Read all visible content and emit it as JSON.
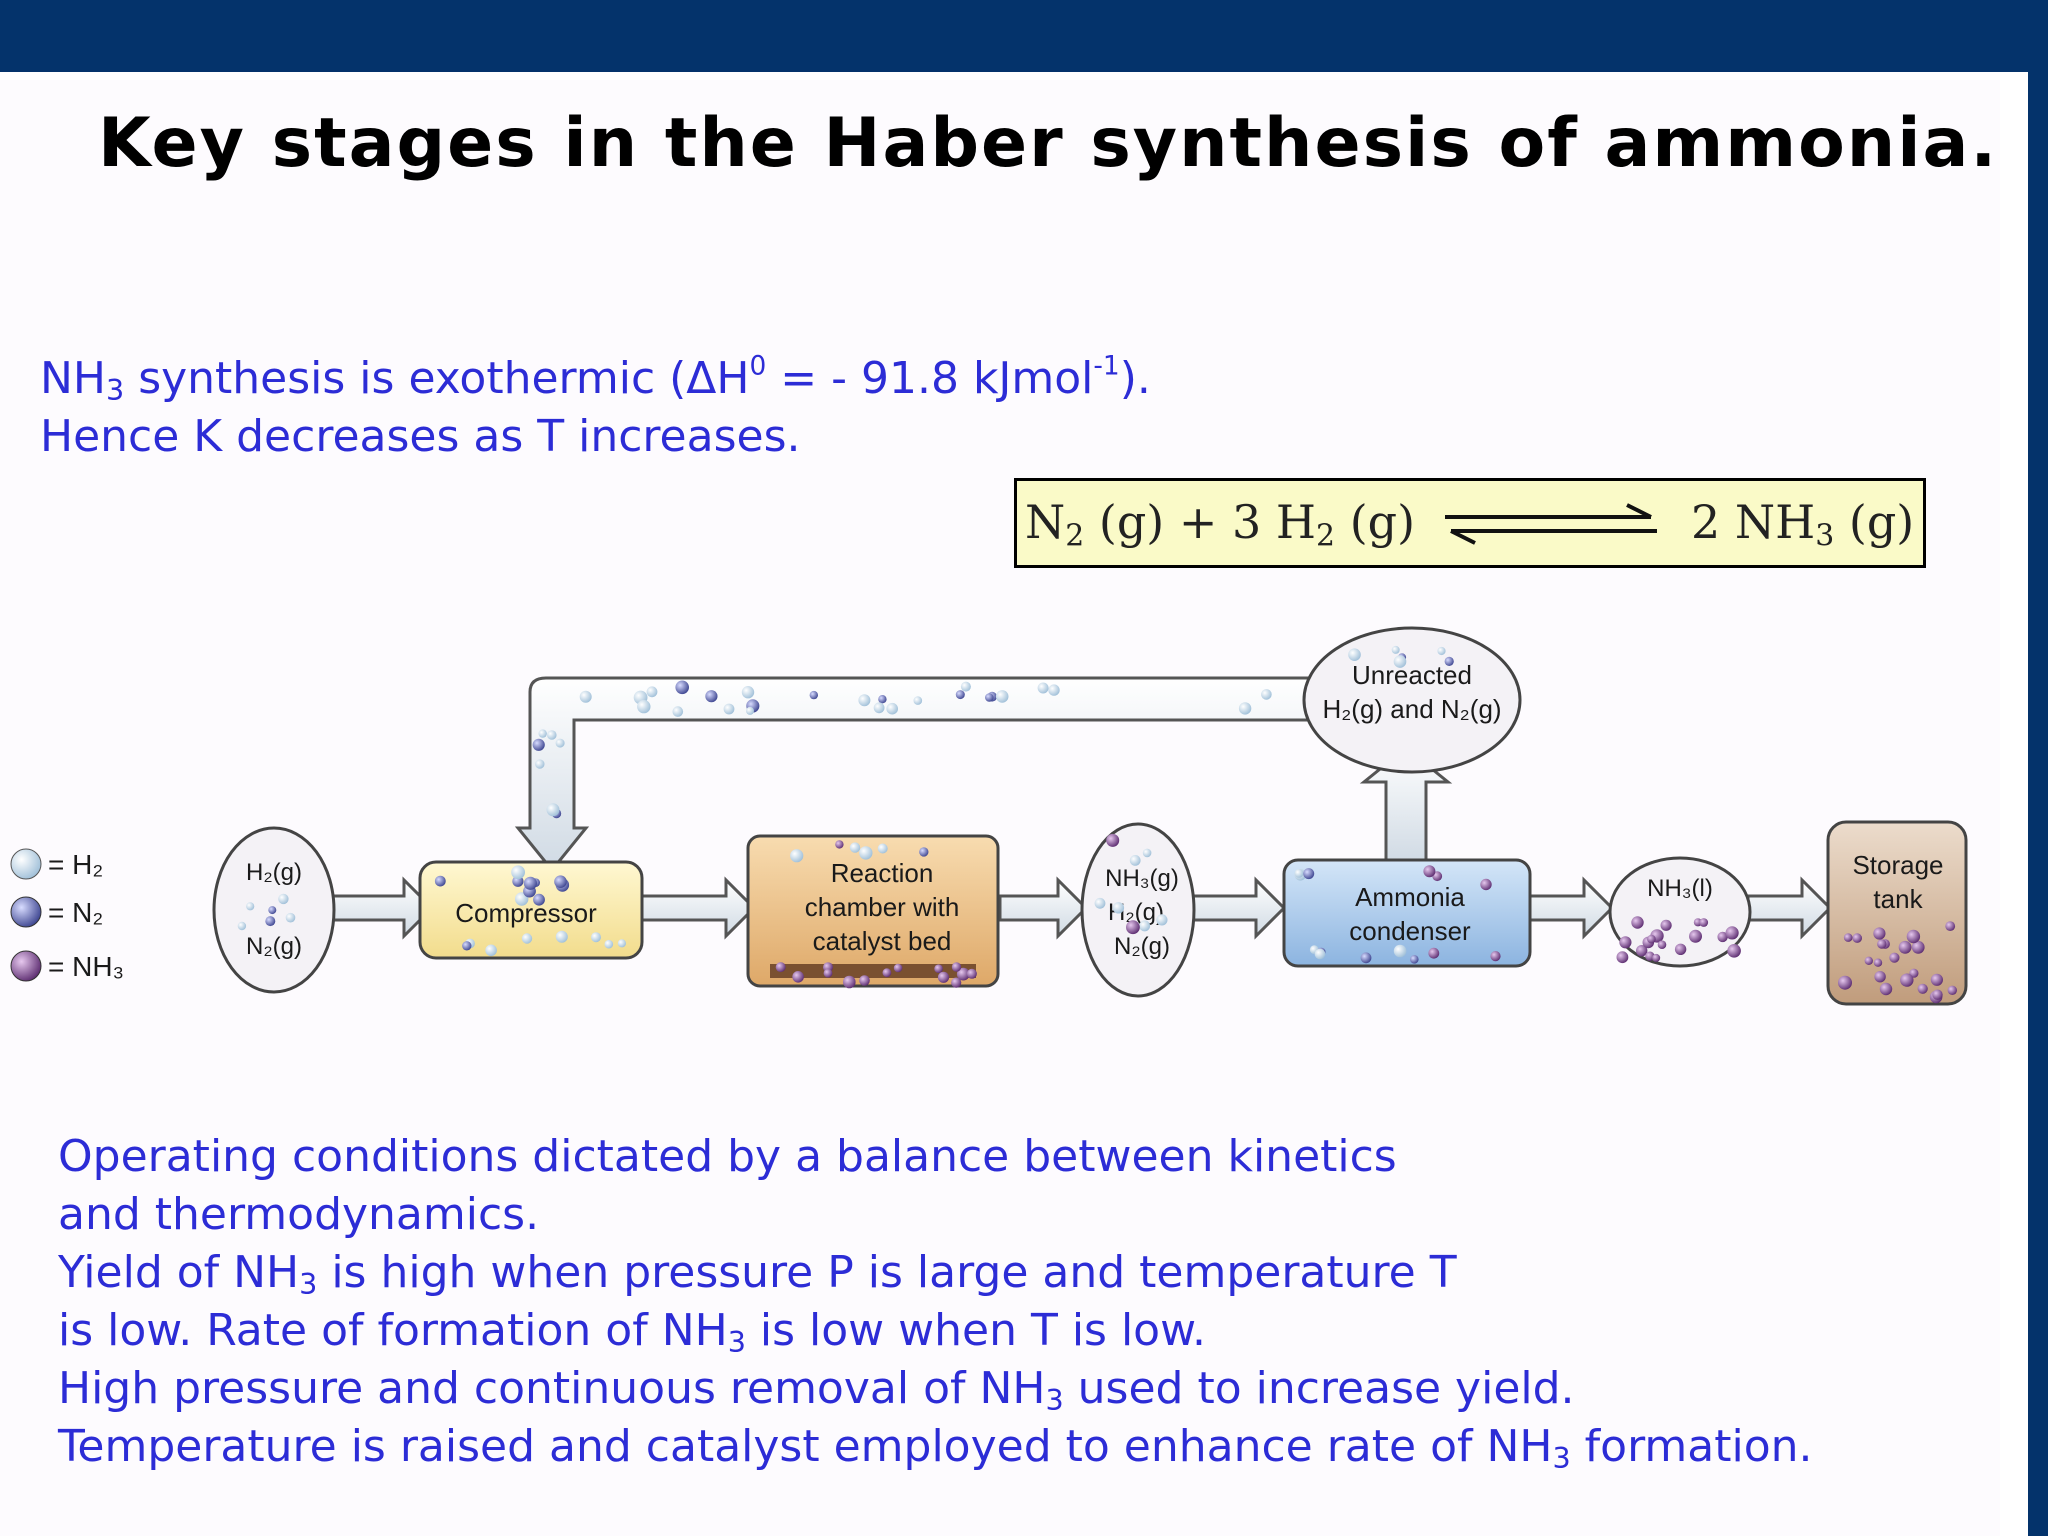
{
  "slide": {
    "title": "Key stages in the Haber synthesis of ammonia.",
    "intro": {
      "line1": {
        "pre": "NH",
        "sub": "3",
        "mid": " synthesis is exothermic (ΔH",
        "sup": "0",
        "post": " = - 91.8 kJmol",
        "sup2": "-1",
        "end": ")."
      },
      "line2": "Hence K decreases as T increases."
    },
    "equation": {
      "left": {
        "a": "N",
        "a_sub": "2",
        "b": " (g) + 3 H",
        "b_sub": "2",
        "c": " (g)"
      },
      "right": {
        "a": "2 NH",
        "a_sub": "3",
        "b": " (g)"
      }
    },
    "bottom": {
      "line1": "Operating conditions dictated by a balance between kinetics",
      "line2": "and thermodynamics.",
      "line3": {
        "pre": "Yield of NH",
        "sub": "3",
        "post": " is high when pressure P is large and temperature T"
      },
      "line4": {
        "pre": "is low. Rate of formation of NH",
        "sub": "3",
        "post": " is low when T is low."
      },
      "line5": {
        "pre": "High pressure and continuous removal of NH",
        "sub": "3",
        "post": " used to increase yield."
      },
      "line6": {
        "pre": "Temperature is raised and catalyst employed to enhance rate of NH",
        "sub": "3",
        "post": " formation."
      }
    }
  },
  "diagram": {
    "legend": {
      "h2": "= H₂",
      "n2": "= N₂",
      "nh3": "= NH₃"
    },
    "feed": {
      "h2": "H₂(g)",
      "n2": "N₂(g)"
    },
    "compressor": "Compressor",
    "reactor": {
      "line1": "Reaction",
      "line2": "chamber with",
      "line3": "catalyst bed"
    },
    "mixture": {
      "nh3": "NH₃(g)",
      "h2": "H₂(g)",
      "n2": "N₂(g)"
    },
    "condenser": {
      "line1": "Ammonia",
      "line2": "condenser"
    },
    "unreacted": {
      "line1": "Unreacted",
      "line2": "H₂(g) and N₂(g)"
    },
    "liquid": "NH₃(l)",
    "storage": {
      "line1": "Storage",
      "line2": "tank"
    }
  },
  "colors": {
    "header_bar": "#04336b",
    "text_blue": "#2c2cd6",
    "equation_box": "#fafac8",
    "compressor": "#fbf0b4",
    "reactor": "#f0c78c",
    "condenser": "#b4d2f0",
    "storage": "#dcc3aa",
    "h2_molecule": "#c8dcea",
    "n2_molecule": "#6c74b8",
    "nh3_molecule": "#8a5a9c"
  }
}
